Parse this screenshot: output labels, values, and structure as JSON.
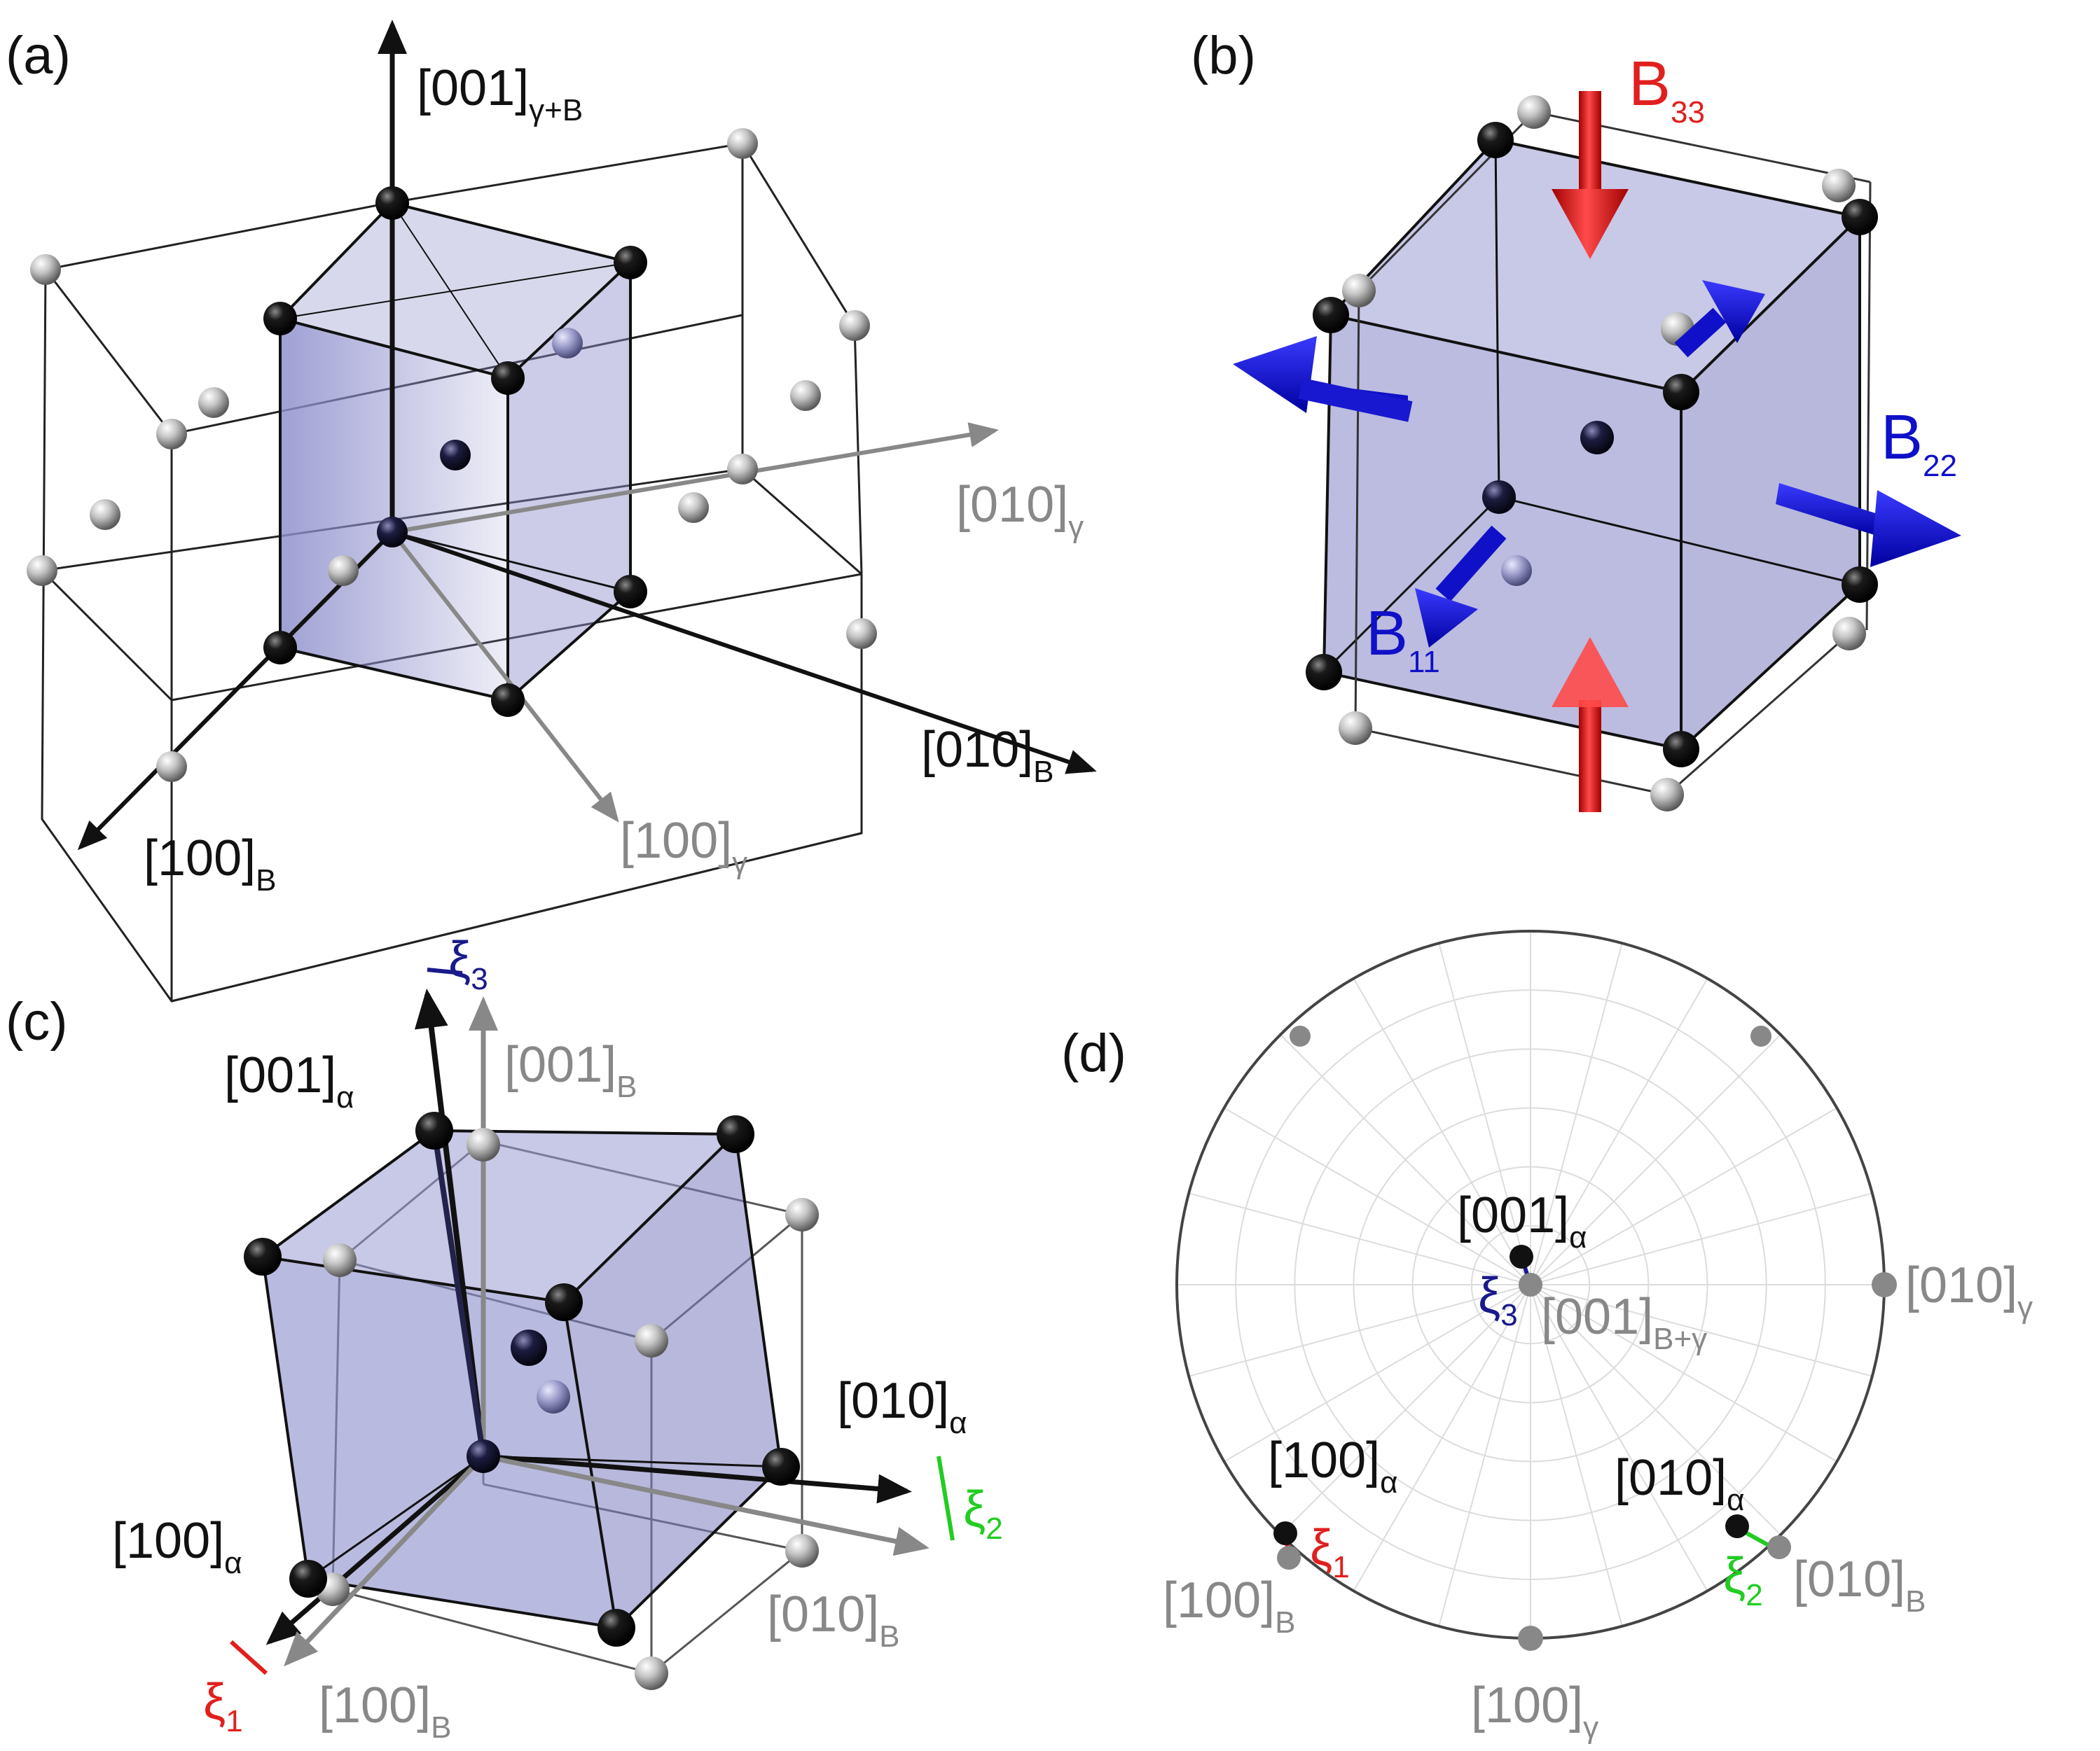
{
  "panels": {
    "a": {
      "label": "(a)",
      "axes": [
        {
          "base": "[001]",
          "sub": "γ+B"
        },
        {
          "base": "[010]",
          "sub": "γ"
        },
        {
          "base": "[010]",
          "sub": "B"
        },
        {
          "base": "[100]",
          "sub": "B"
        },
        {
          "base": "[100]",
          "sub": "γ"
        }
      ]
    },
    "b": {
      "label": "(b)",
      "arrows": [
        {
          "base": "B",
          "sub": "33"
        },
        {
          "base": "B",
          "sub": "22"
        },
        {
          "base": "B",
          "sub": "11"
        }
      ]
    },
    "c": {
      "label": "(c)",
      "axes": [
        {
          "base": "[001]",
          "sub": "α"
        },
        {
          "base": "[001]",
          "sub": "B"
        },
        {
          "base": "[010]",
          "sub": "α"
        },
        {
          "base": "[010]",
          "sub": "B"
        },
        {
          "base": "[100]",
          "sub": "α"
        },
        {
          "base": "[100]",
          "sub": "B"
        }
      ],
      "angles": [
        {
          "base": "ξ",
          "sub": "3"
        },
        {
          "base": "ξ",
          "sub": "2"
        },
        {
          "base": "ξ",
          "sub": "1"
        }
      ]
    },
    "d": {
      "label": "(d)",
      "poles": [
        {
          "base": "[001]",
          "sub": "α"
        },
        {
          "base": "[001]",
          "sub": "B+γ"
        },
        {
          "base": "[010]",
          "sub": "γ"
        },
        {
          "base": "[100]",
          "sub": "α"
        },
        {
          "base": "[100]",
          "sub": "B"
        },
        {
          "base": "[010]",
          "sub": "α"
        },
        {
          "base": "[010]",
          "sub": "B"
        },
        {
          "base": "[100]",
          "sub": "γ"
        }
      ],
      "angles": [
        {
          "base": "ξ",
          "sub": "3"
        },
        {
          "base": "ξ",
          "sub": "1"
        },
        {
          "base": "ξ",
          "sub": "2"
        }
      ]
    }
  },
  "colors": {
    "black": "#111111",
    "gray": "#888888",
    "red": "#e0201e",
    "blue": "#1010c8",
    "navy": "#1a1a8c",
    "green": "#22cc22",
    "cube_fill": "#8e8fcc"
  }
}
